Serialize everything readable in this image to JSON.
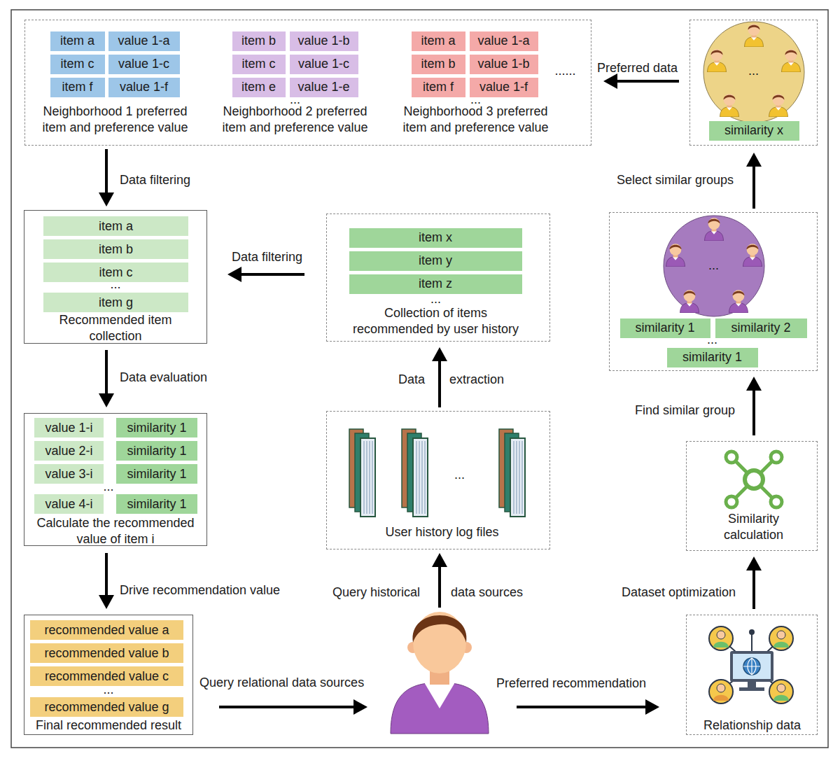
{
  "diagram": {
    "nodes": [
      {
        "text": [
          "Neighborhood 1 preferred item and preference value",
          "...",
          "Neighborhood 2 preferred item and preference value",
          "...",
          "Neighborhood 3 preferred item and preference value",
          "......"
        ]
      },
      {
        "text": [
          "item a"
        ],
        "in": 0
      },
      {
        "text": [
          "value 1-a"
        ],
        "in": 0
      },
      {
        "text": [
          "item c"
        ],
        "in": 0
      },
      {
        "text": [
          "value 1-c"
        ],
        "in": 0
      },
      {
        "text": [
          "item f"
        ],
        "in": 0
      },
      {
        "text": [
          "value 1-f"
        ],
        "in": 0
      },
      {
        "text": [
          "item b"
        ],
        "in": 0
      },
      {
        "text": [
          "value 1-b"
        ],
        "in": 0
      },
      {
        "text": [
          "item c"
        ],
        "in": 0
      },
      {
        "text": [
          "value 1-c"
        ],
        "in": 0
      },
      {
        "text": [
          "item e"
        ],
        "in": 0
      },
      {
        "text": [
          "value 1-e"
        ],
        "in": 0
      },
      {
        "text": [
          "item a"
        ],
        "in": 0
      },
      {
        "text": [
          "value 1-a"
        ],
        "in": 0
      },
      {
        "text": [
          "item b"
        ],
        "in": 0
      },
      {
        "text": [
          "value 1-b"
        ],
        "in": 0
      },
      {
        "text": [
          "item f"
        ],
        "in": 0
      },
      {
        "text": [
          "value 1-f"
        ],
        "in": 0
      },
      {
        "text": [
          "..."
        ]
      },
      {
        "text": [
          "similarity x"
        ],
        "in": 19
      },
      {
        "text": [
          "...",
          "Recommended item collection"
        ]
      },
      {
        "text": [
          "item a"
        ],
        "in": 21
      },
      {
        "text": [
          "item b"
        ],
        "in": 21
      },
      {
        "text": [
          "item c"
        ],
        "in": 21
      },
      {
        "text": [
          "item g"
        ],
        "in": 21
      },
      {
        "text": [
          "...",
          "Collection of items recommended by user history"
        ]
      },
      {
        "text": [
          "item x"
        ],
        "in": 26
      },
      {
        "text": [
          "item y"
        ],
        "in": 26
      },
      {
        "text": [
          "item z"
        ],
        "in": 26
      },
      {
        "text": [
          "...",
          "..."
        ]
      },
      {
        "text": [
          "similarity 1"
        ],
        "in": 30
      },
      {
        "text": [
          "similarity 2"
        ],
        "in": 30
      },
      {
        "text": [
          "similarity 1"
        ],
        "in": 30
      },
      {
        "text": [
          "...",
          "Calculate the recommended value of item i"
        ]
      },
      {
        "text": [
          "value 1-i"
        ],
        "in": 34
      },
      {
        "text": [
          "similarity 1"
        ],
        "in": 34
      },
      {
        "text": [
          "value 2-i"
        ],
        "in": 34
      },
      {
        "text": [
          "similarity 1"
        ],
        "in": 34
      },
      {
        "text": [
          "value 3-i"
        ],
        "in": 34
      },
      {
        "text": [
          "similarity 1"
        ],
        "in": 34
      },
      {
        "text": [
          "value 4-i"
        ],
        "in": 34
      },
      {
        "text": [
          "similarity 1"
        ],
        "in": 34
      },
      {
        "text": [
          "...",
          "User history log files"
        ]
      },
      {
        "text": [
          "Similarity calculation"
        ]
      },
      {
        "text": [
          "...",
          "Final recommended result"
        ]
      },
      {
        "text": [
          "recommended value a"
        ],
        "in": 45
      },
      {
        "text": [
          "recommended value b"
        ],
        "in": 45
      },
      {
        "text": [
          "recommended value c"
        ],
        "in": 45
      },
      {
        "text": [
          "recommended value g"
        ],
        "in": 45
      },
      {
        "text": [
          "Relationship data"
        ]
      }
    ],
    "edges": [
      {
        "from": 19,
        "to": 0,
        "arrow": "to",
        "label": "Preferred data"
      },
      {
        "from": 0,
        "to": 21,
        "arrow": "to",
        "label": "Data filtering"
      },
      {
        "from": 26,
        "to": 21,
        "arrow": "to",
        "label": "Data filtering"
      },
      {
        "from": 21,
        "to": 34,
        "arrow": "to",
        "label": "Data evaluation"
      },
      {
        "from": 34,
        "to": 45,
        "arrow": "to",
        "label": "Drive recommendation value"
      },
      {
        "from": 43,
        "to": 26,
        "arrow": "to",
        "label": "Data extraction"
      },
      {
        "from": 30,
        "to": 19,
        "arrow": "to",
        "label": "Select similar groups"
      },
      {
        "from": 44,
        "to": 30,
        "arrow": "to",
        "label": "Find similar group"
      },
      {
        "from": 50,
        "to": 44,
        "arrow": "to",
        "label": "Dataset optimization"
      }
    ],
    "labels": [
      "Query historical",
      "data sources",
      "Query relational data sources",
      "Preferred recommendation"
    ]
  }
}
